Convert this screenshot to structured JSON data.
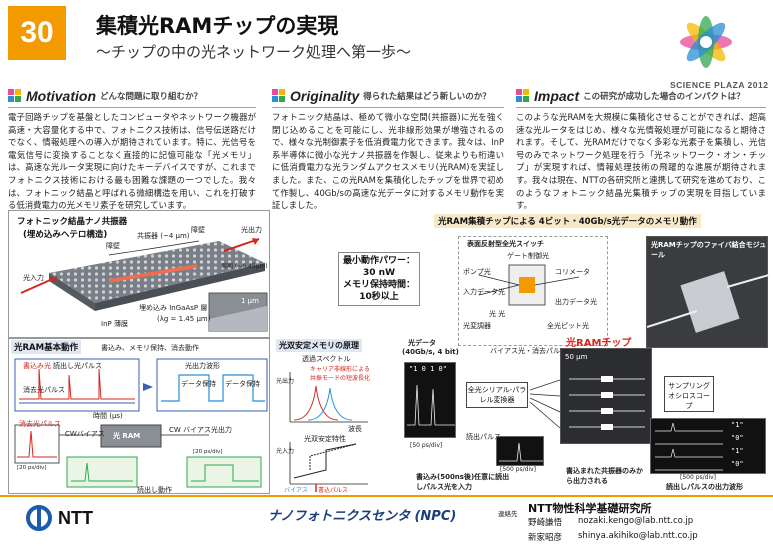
{
  "header": {
    "number": "30",
    "title": "集積光RAMチップの実現",
    "subtitle": "～チップの中の光ネットワーク処理へ第一歩～",
    "logo_text": "SCIENCE PLAZA 2012"
  },
  "sections": {
    "motivation": {
      "heading": "Motivation",
      "question": "どんな問題に取り組むか？",
      "body": "電子回路チップを基盤としたコンピュータやネットワーク機器が高速・大容量化する中で、フォトニクス技術は、信号伝送路だけでなく、情報処理への導入が期待されています。特に、光信号を電気信号に変換することなく直接的に記憶可能な「光メモリ」は、高速な光ルータ実現に向けたキーデバイスですが、これまでフォトニクス技術における最も困難な課題の一つでした。我々は、フォトニック結晶と呼ばれる微細構造を用い、これを打破する低消費電力の光メモリ素子を研究しています。"
    },
    "originality": {
      "heading": "Originality",
      "question": "得られた結果はどう新しいのか？",
      "body": "フォトニック結晶は、極めて微小な空間(共振器)に光を強く閉じ込めることを可能にし、光非線形効果が増強されるので、様々な光制御素子を低消費電力化できます。我々は、InP系半導体に微小な光ナノ共振器を作製し、従来よりも桁違いに低消費電力な光ランダムアクセスメモリ(光RAM)を実証しました。また、この光RAMを集積化したチップを世界で初めて作製し、40Gb/sの高速な光データに対するメモリ動作を実証しました。"
    },
    "impact": {
      "heading": "Impact",
      "question": "この研究が成功した場合のインパクトは？",
      "body": "このような光RAMを大規模に集積化させることができれば、超高速な光ルータをはじめ、様々な光情報処理が可能になると期待されます。そして、光RAMだけでなく多彩な光素子を集積し、光信号のみでネットワーク処理を行う「光ネットワーク・オン・チップ」が実現すれば、情報処理技術の飛躍的な進展が期待されます。我々は現在、NTTの各研究所と連携して研究を進めており、このようなフォトニック結晶光集積チップの実現を目指しています。"
    }
  },
  "fig_crystal": {
    "label": "フォトニック結晶ナノ共振器",
    "label2": "(埋め込みヘテロ構造)",
    "barrier1": "障壁",
    "cavity": "共振器 (~4 μm)",
    "barrier2": "障壁",
    "light_in": "光入力",
    "light_out": "光出力",
    "period": "周期 (~0.45μm)",
    "substrate": "InP 薄膜",
    "layer": "埋め込み InGaAsP 層",
    "lambda": "(λg = 1.45 μm)",
    "scale": "1 μm"
  },
  "fig_memory": {
    "line1": "最小動作パワー：",
    "line2": "30 nW",
    "line3": "メモリ保持時間：",
    "line4": "10秒以上"
  },
  "fig_ram_basic": {
    "label": "光RAM基本動作",
    "caption": "書込み、メモリ保持、消去動作",
    "legend_write": "書込み光",
    "legend_read": "読出し光パルス",
    "legend_erase": "消去光パルス",
    "out_wave": "光出力波形",
    "hold1": "データ保持",
    "hold2": "データ保持",
    "bias": "CWバイアス",
    "ram_label": "光 RAM",
    "bias_out": "CW バイアス光出力",
    "erase_pulse": "消去光パルス",
    "read_op": "読出し動作",
    "xlabel": "時間 (μs)",
    "unit1": "[20 ps/div]",
    "unit2": "[20 ps/div]"
  },
  "fig_bistable": {
    "label": "光双安定メモリの原理",
    "spectrum": "透過スペクトル",
    "carrier": "キャリア非線形による共振モードの短波長化",
    "wavelength": "波長",
    "characteristic": "光双安定特性",
    "out": "光出力",
    "in": "光入力",
    "bias": "バイアス",
    "write": "書込パルス"
  },
  "fig_chip": {
    "label": "光RAM集積チップによる 4ビット・40Gb/s光データのメモリ動作",
    "switch": "表面反射型全光スイッチ",
    "gate": "ゲート制御光",
    "pump": "ポンプ光",
    "input_data": "入力データ光",
    "collimator": "コリメータ",
    "output_data": "出力データ光",
    "ref": "光 光",
    "out_pulse": "光変調器",
    "half_mirror": "全光ピット光",
    "data": "光データ",
    "rate": "(40Gb/s, 4 bit)",
    "bias_light": "バイアス光・消去パルス",
    "converter": "全光シリアル-パラレル変換器",
    "read_pulse": "読出パルス",
    "chip": "光RAMチップ",
    "size": "50 μm",
    "osc": "サンプリングオシロスコープ",
    "module": "光RAMチップのファイバ結合モジュール",
    "bits": [
      "\"1\"",
      "\"0\"",
      "\"1\"",
      "\"0\""
    ],
    "b1": "\"1 0 1 0\"",
    "write_note": "書込み(500ns後)任意に読出しパルス光を入力",
    "wave_label": "書込まれた共振器のみから出力される",
    "read_wave": "読出しパルスの出力波形",
    "div1": "[50 ps/div]",
    "div2": "[500 ps/div]",
    "div3": "[500 ps/div]"
  },
  "footer": {
    "company": "NTT",
    "center": "ナノフォトニクスセンタ (NPC)",
    "contact": "連絡先",
    "lab": "NTT物性科学基礎研究所",
    "person1": "野崎謙悟",
    "email1": "nozaki.kengo@lab.ntt.co.jp",
    "person2": "新家昭彦",
    "email2": "shinya.akihiko@lab.ntt.co.jp"
  }
}
